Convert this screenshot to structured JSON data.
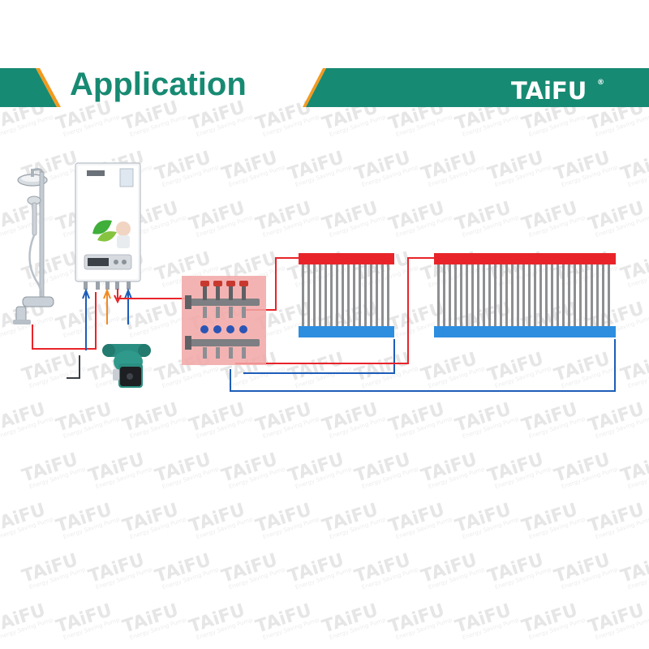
{
  "header": {
    "title": "Application",
    "brand": "TAiFU",
    "brand_mark": "®",
    "colors": {
      "band": "#178a73",
      "accent": "#f29a1e",
      "title": "#178a73",
      "brand_text": "#ffffff"
    }
  },
  "watermark": {
    "brand": "TAiFU",
    "mark": "®",
    "tagline": "Energy Saving Pump"
  },
  "diagram": {
    "components": [
      {
        "id": "shower",
        "icon": "shower-icon"
      },
      {
        "id": "gas-boiler",
        "icon": "boiler-icon"
      },
      {
        "id": "circulation-pump",
        "icon": "pump-icon"
      },
      {
        "id": "manifold",
        "icon": "manifold-icon"
      },
      {
        "id": "floor-heating-panel-1",
        "icon": "radiator-panel-icon"
      },
      {
        "id": "floor-heating-panel-2",
        "icon": "radiator-panel-icon"
      }
    ],
    "colors": {
      "hot": "#e8242a",
      "cold": "#1e5db8",
      "supply": "#e8242a",
      "return": "#1e5db8",
      "pump": "#2a8f82",
      "manifold_bg": "#f2a6a6"
    }
  }
}
